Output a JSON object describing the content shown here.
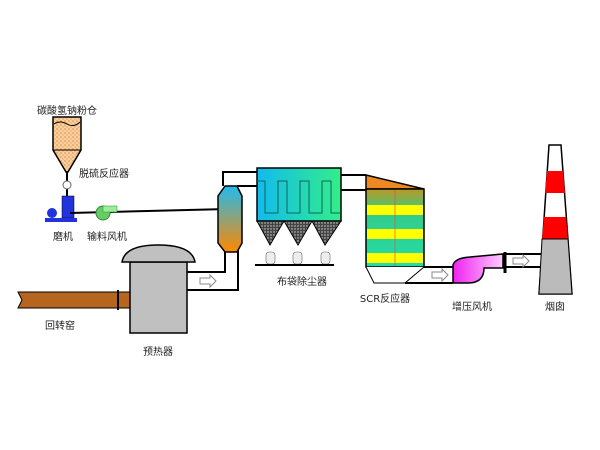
{
  "labels": {
    "silo": "碳酸氢钠粉仓",
    "desulfurization_reactor": "脱硫反应器",
    "mill": "磨机",
    "conveying_fan": "输料风机",
    "rotary_kiln": "回转窑",
    "preheater": "预热器",
    "baghouse": "布袋除尘器",
    "scr_reactor": "SCR反应器",
    "booster_fan": "增压风机",
    "chimney": "烟囱"
  },
  "colors": {
    "mill": "#2233dd",
    "fan": "#66cc66",
    "booster_fan": "#ee33ee",
    "kiln": "#b5651d",
    "chimney_band": "#ff0000",
    "scr_band": "#ffff00"
  }
}
